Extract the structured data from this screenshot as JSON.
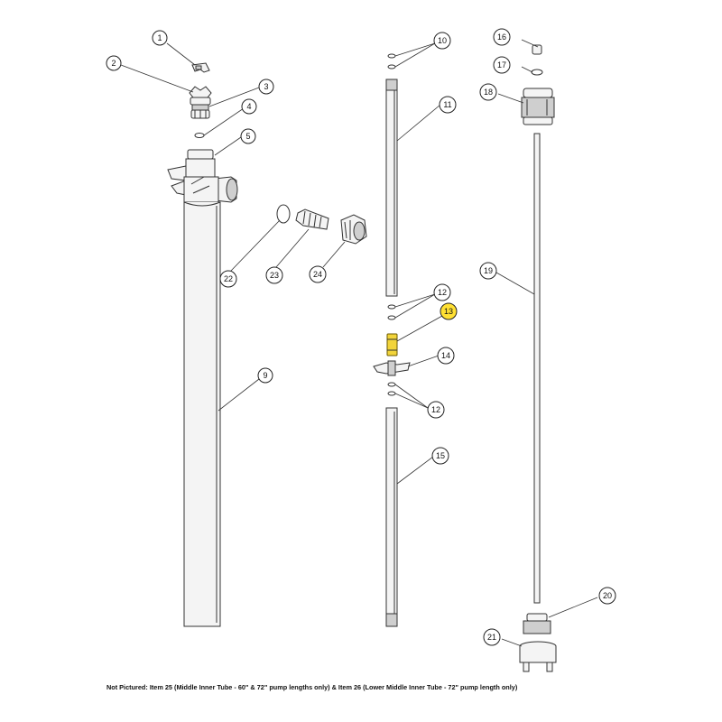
{
  "diagram": {
    "callouts": [
      {
        "id": "c1",
        "label": "1"
      },
      {
        "id": "c2",
        "label": "2"
      },
      {
        "id": "c3",
        "label": "3"
      },
      {
        "id": "c4",
        "label": "4"
      },
      {
        "id": "c5",
        "label": "5"
      },
      {
        "id": "c9",
        "label": "9"
      },
      {
        "id": "c10",
        "label": "10"
      },
      {
        "id": "c11",
        "label": "11"
      },
      {
        "id": "c12a",
        "label": "12"
      },
      {
        "id": "c12b",
        "label": "12"
      },
      {
        "id": "c13",
        "label": "13",
        "highlighted": true
      },
      {
        "id": "c14",
        "label": "14"
      },
      {
        "id": "c15",
        "label": "15"
      },
      {
        "id": "c16",
        "label": "16"
      },
      {
        "id": "c17",
        "label": "17"
      },
      {
        "id": "c18",
        "label": "18"
      },
      {
        "id": "c19",
        "label": "19"
      },
      {
        "id": "c20",
        "label": "20"
      },
      {
        "id": "c21",
        "label": "21"
      },
      {
        "id": "c22",
        "label": "22"
      },
      {
        "id": "c23",
        "label": "23"
      },
      {
        "id": "c24",
        "label": "24"
      }
    ],
    "highlight_color": "#ffe033",
    "footnote": "Not Pictured:  Item 25 (Middle Inner Tube - 60\" & 72\" pump lengths only) & Item 26 (Lower Middle Inner Tube - 72\" pump length only)"
  }
}
